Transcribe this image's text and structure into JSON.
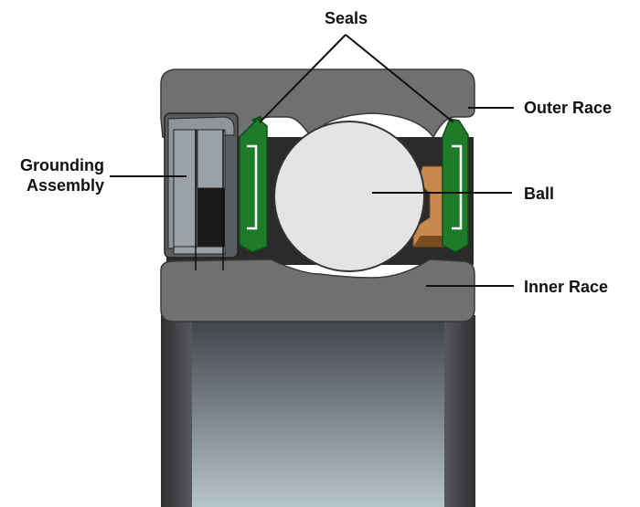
{
  "labels": {
    "seals": "Seals",
    "outer_race": "Outer Race",
    "ball": "Ball",
    "inner_race": "Inner Race",
    "grounding_line1": "Grounding",
    "grounding_line2": "Assembly"
  },
  "colors": {
    "race_gray": "#6f7072",
    "race_outline": "#3a3a3a",
    "seal_green": "#1f7a2a",
    "seal_dark_green": "#0d4f17",
    "cage_tan": "#c8894f",
    "ball_fill": "#e4e4e4",
    "grounding_gray": "#8e969c",
    "bore_top": "#3d4147",
    "bore_bottom": "#b8c4cc",
    "leader_line": "#111111"
  }
}
